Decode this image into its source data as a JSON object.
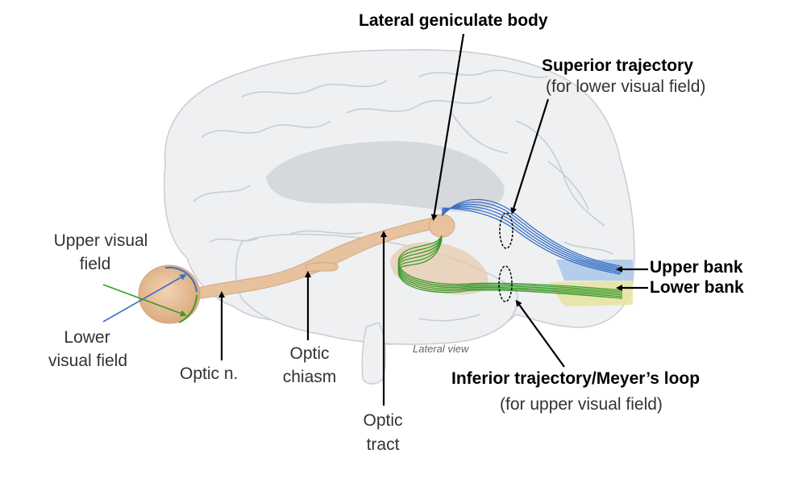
{
  "labels": {
    "lateral_geniculate": "Lateral geniculate body",
    "superior_title": "Superior trajectory",
    "superior_sub": "(for lower visual field)",
    "upper_visual_1": "Upper visual",
    "upper_visual_2": "field",
    "lower_visual_1": "Lower",
    "lower_visual_2": "visual field",
    "optic_nerve": "Optic n.",
    "optic_chiasm_1": "Optic",
    "optic_chiasm_2": "chiasm",
    "optic_tract_1": "Optic",
    "optic_tract_2": "tract",
    "lateral_view": "Lateral view",
    "upper_bank": "Upper bank",
    "lower_bank": "Lower bank",
    "inferior_title": "Inferior trajectory/Meyer’s loop",
    "inferior_sub": "(for upper visual field)"
  },
  "colors": {
    "brain": "#eef0f2",
    "brain_shadow": "#c9cdd2",
    "pathway": "#e8c29e",
    "pathway_edge": "#d3a77d",
    "superior_fibers": "#3a6fc4",
    "inferior_fibers": "#3a9a2a",
    "upper_bank_fill": "#a9c8e8",
    "lower_bank_fill": "#e6e3a0",
    "arrow": "#000000"
  }
}
